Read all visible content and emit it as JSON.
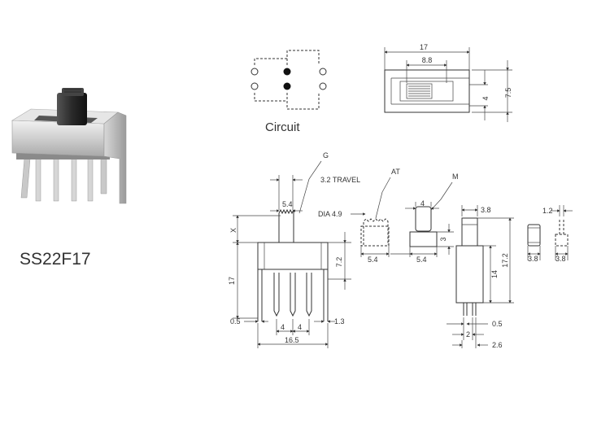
{
  "product": {
    "model": "SS22F17"
  },
  "circuit": {
    "label": "Circuit"
  },
  "top_view": {
    "dims": [
      "17",
      "8.8",
      "4",
      "7.5"
    ]
  },
  "front_view": {
    "labels": {
      "g": "G",
      "travel": "3.2  TRAVEL",
      "w54": "5.4",
      "x": "X",
      "h17": "17",
      "h72": "7.2",
      "d05": "0.5",
      "d4a": "4",
      "d4b": "4",
      "d13": "1.3",
      "d165": "16.5"
    }
  },
  "actuators": {
    "at": "AT",
    "m": "M",
    "dia": "DIA 4.9",
    "w54a": "5.4",
    "w54b": "5.4",
    "w4": "4",
    "w38": "3.8",
    "h3": "3"
  },
  "side_view": {
    "h14": "14",
    "h172": "17.2",
    "d05": "0.5",
    "d2": "2",
    "d26": "2.6"
  },
  "small_view": {
    "d12": "1.2",
    "d38a": "3.8",
    "d38b": "3.8"
  }
}
